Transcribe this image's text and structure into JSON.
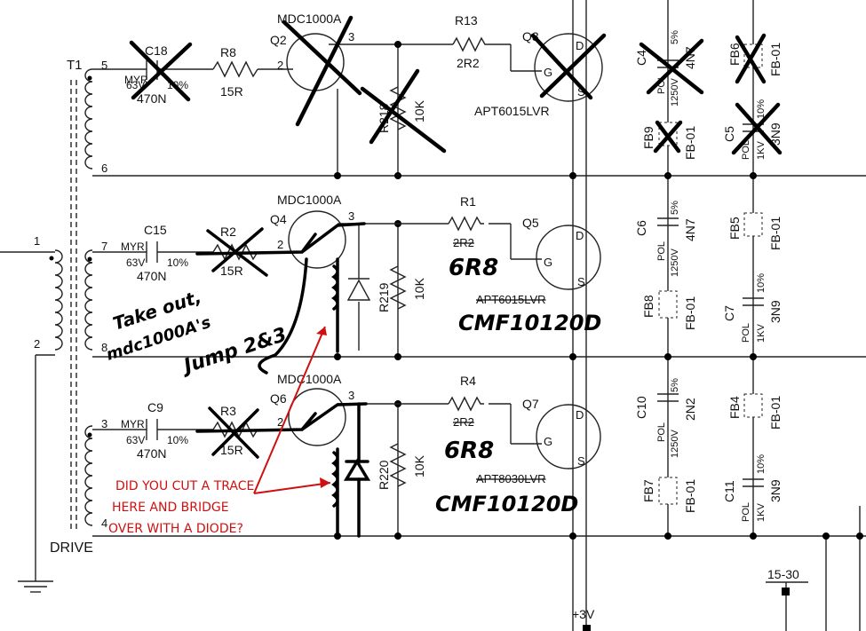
{
  "transformer": {
    "name": "T1",
    "drive": "DRIVE",
    "pins": [
      "5",
      "6",
      "7",
      "8",
      "3",
      "4",
      "1",
      "2"
    ]
  },
  "top_stage": {
    "cap": {
      "name": "C18",
      "type": "MYR",
      "voltage": "63V",
      "tol": "10%",
      "value": "470N"
    },
    "res": {
      "name": "R8",
      "value": "15R"
    },
    "driver": {
      "name": "Q2",
      "part": "MDC1000A",
      "pins": [
        "2",
        "3"
      ]
    },
    "gate_res": {
      "name": "R13",
      "value": "2R2"
    },
    "mosfet": {
      "name": "Q3",
      "part": "APT6015LVR"
    },
    "pulldown": {
      "name": "R218",
      "value": "10K"
    }
  },
  "mid_stage": {
    "cap": {
      "name": "C15",
      "type": "MYR",
      "voltage": "63V",
      "tol": "10%",
      "value": "470N"
    },
    "res": {
      "name": "R2",
      "value": "15R"
    },
    "driver": {
      "name": "Q4",
      "part": "MDC1000A",
      "pins": [
        "2",
        "3"
      ]
    },
    "gate_res": {
      "name": "R1",
      "value": "2R2",
      "new_value": "6R8"
    },
    "mosfet": {
      "name": "Q5",
      "part": "APT6015LVR",
      "new_part": "CMF10120D"
    },
    "pulldown": {
      "name": "R219",
      "value": "10K"
    }
  },
  "bot_stage": {
    "cap": {
      "name": "C9",
      "type": "MYR",
      "voltage": "63V",
      "tol": "10%",
      "value": "470N"
    },
    "res": {
      "name": "R3",
      "value": "15R"
    },
    "driver": {
      "name": "Q6",
      "part": "MDC1000A",
      "pins": [
        "2",
        "3"
      ]
    },
    "gate_res": {
      "name": "R4",
      "value": "2R2",
      "new_value": "6R8"
    },
    "mosfet": {
      "name": "Q7",
      "part": "APT8030LVR",
      "new_part": "CMF10120D"
    },
    "pulldown": {
      "name": "R220",
      "value": "10K"
    }
  },
  "snubbers": {
    "c4": {
      "name": "C4",
      "type": "POL",
      "voltage": "1250V",
      "tol": "5%",
      "value": "4N7"
    },
    "fb6": {
      "name": "FB6",
      "value": "FB-01"
    },
    "fb9": {
      "name": "FB9",
      "value": "FB-01"
    },
    "c5": {
      "name": "C5",
      "type": "POL",
      "voltage": "1KV",
      "tol": "10%",
      "value": "3N9"
    },
    "c6": {
      "name": "C6",
      "type": "POL",
      "voltage": "1250V",
      "tol": "5%",
      "value": "4N7"
    },
    "fb5": {
      "name": "FB5",
      "value": "FB-01"
    },
    "fb8": {
      "name": "FB8",
      "value": "FB-01"
    },
    "c7": {
      "name": "C7",
      "type": "POL",
      "voltage": "1KV",
      "tol": "10%",
      "value": "3N9"
    },
    "c10": {
      "name": "C10",
      "type": "POL",
      "voltage": "1250V",
      "tol": "5%",
      "value": "2N2"
    },
    "fb4": {
      "name": "FB4",
      "value": "FB-01"
    },
    "fb7": {
      "name": "FB7",
      "value": "FB-01"
    },
    "c11": {
      "name": "C11",
      "type": "POL",
      "voltage": "1KV",
      "tol": "10%",
      "value": "3N9"
    }
  },
  "pin_labels": {
    "d": "D",
    "g": "G",
    "s": "S"
  },
  "rails": {
    "vcc": "15-30",
    "v3": "+3V"
  },
  "notes": {
    "hand_line1": "Take out,",
    "hand_line2": "mdc1000A's",
    "hand_line3": "Jump 2&3",
    "question_line1": "DID YOU CUT A TRACE",
    "question_line2": "HERE AND BRIDGE",
    "question_line3": "OVER WITH A DIODE?"
  },
  "colors": {
    "ink": "#000000",
    "annotation": "#d01010",
    "wire": "#222222"
  }
}
